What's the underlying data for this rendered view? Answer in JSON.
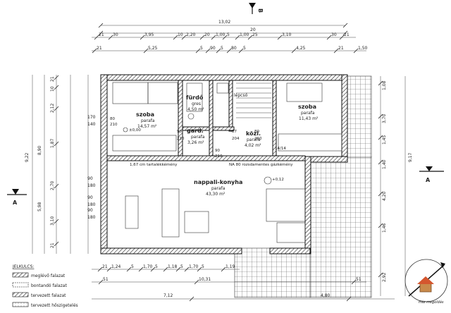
{
  "north_label": "B",
  "section_labels": [
    "A",
    "A"
  ],
  "rooms": [
    {
      "name": "szoba",
      "floor": "parafa",
      "area": "14,57 m²"
    },
    {
      "name": "fürdő",
      "floor": "gres",
      "area": "4,50 m²"
    },
    {
      "name": "lépcső",
      "floor": "",
      "area": ""
    },
    {
      "name": "szoba",
      "floor": "parafa",
      "area": "11,43 m²"
    },
    {
      "name": "gard.",
      "floor": "parafa",
      "area": "3,26 m²"
    },
    {
      "name": "közl.",
      "floor": "parafa",
      "area": "4,02 m²"
    },
    {
      "name": "nappali-konyha",
      "floor": "parafa",
      "area": "43,30 m²"
    }
  ],
  "notes": {
    "level_zero": "±0,00",
    "level_plus": "+0,12",
    "cabinet": "1,67 cm tartalékkémény",
    "chimney": "NA 80 rozsdamentes gázkémény",
    "stair": "14/14"
  },
  "dims_top_1": [
    "21",
    "30",
    "3,95",
    "10",
    "2,20",
    "20",
    "1,00",
    "5",
    "1,00",
    "25",
    "3,10",
    "30",
    "21"
  ],
  "dims_top_2": [
    "21",
    "5,25",
    "5",
    "90",
    "5",
    "80",
    "5",
    "4,25",
    "21",
    "1,50"
  ],
  "dims_top_total": [
    "13,02",
    "20"
  ],
  "dims_bottom_1": [
    "21",
    "1,24",
    "5",
    "1,70",
    "5",
    "1,18",
    "5",
    "1,70",
    "5",
    "1,19"
  ],
  "dims_bottom_2": [
    "51",
    "10,31",
    "51"
  ],
  "dims_bottom_3": [
    "7,12",
    "4,80"
  ],
  "dims_left_outer": [
    "9,22"
  ],
  "dims_left_mid": [
    "8,90",
    "5,98"
  ],
  "dims_left_inner": [
    "21",
    "10",
    "2,12",
    "1,87",
    "2,70",
    "3,10",
    "21"
  ],
  "dims_left_openings": [
    "170",
    "140",
    "90",
    "180",
    "90",
    "180",
    "90",
    "180"
  ],
  "dims_right_outer": [
    "9,17"
  ],
  "dims_right_inner": [
    "1,08",
    "3,70",
    "1,45",
    "1,40",
    "4,20",
    "1,46",
    "2,92"
  ],
  "room_door_dims": [
    "80",
    "210",
    "90",
    "210",
    "87",
    "204",
    "80",
    "210",
    "90",
    "210"
  ],
  "legend": {
    "title": "JELKULCS:",
    "items": [
      "meglévő falazat",
      "bontandó falazat",
      "tervezett falazat",
      "tervezett hőszigetelés"
    ]
  },
  "logo_text": "Ház megoldás"
}
